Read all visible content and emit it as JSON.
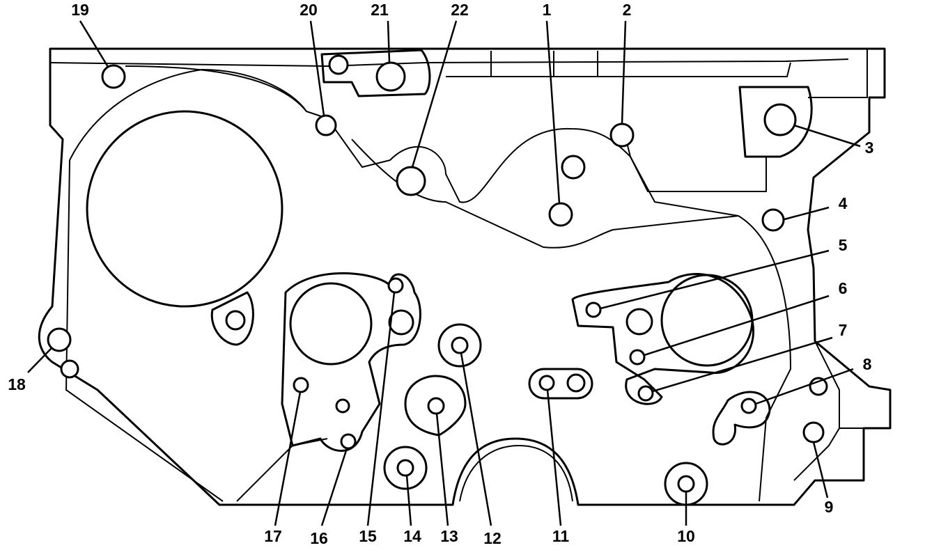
{
  "diagram": {
    "background_color": "#ffffff",
    "line_color": "#000000",
    "callouts": [
      {
        "label": "1"
      },
      {
        "label": "2"
      },
      {
        "label": "3"
      },
      {
        "label": "4"
      },
      {
        "label": "5"
      },
      {
        "label": "6"
      },
      {
        "label": "7"
      },
      {
        "label": "8"
      },
      {
        "label": "9"
      },
      {
        "label": "10"
      },
      {
        "label": "11"
      },
      {
        "label": "12"
      },
      {
        "label": "13"
      },
      {
        "label": "14"
      },
      {
        "label": "15"
      },
      {
        "label": "16"
      },
      {
        "label": "17"
      },
      {
        "label": "18"
      },
      {
        "label": "19"
      },
      {
        "label": "20"
      },
      {
        "label": "21"
      },
      {
        "label": "22"
      }
    ]
  }
}
